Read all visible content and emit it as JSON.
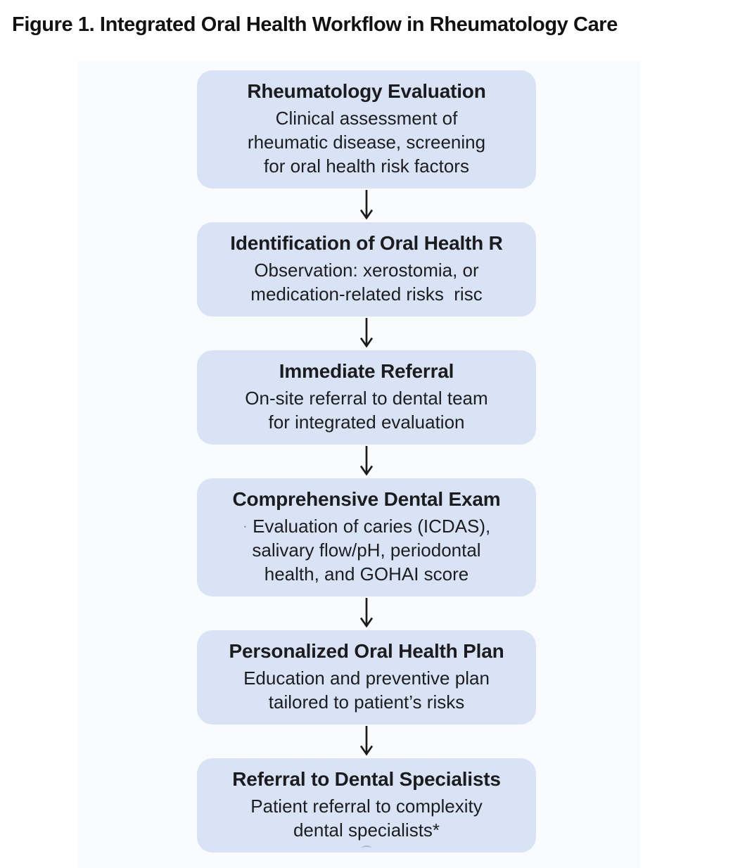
{
  "figure": {
    "title": "Figure 1. Integrated Oral Health Workflow in Rheumatology Care"
  },
  "flowchart": {
    "colors": {
      "box_fill": "#d8e4f5",
      "text": "#1d1d1f",
      "arrow": "#1a1a1a",
      "panel_tint": "#eef4fa"
    },
    "steps": [
      {
        "heading": "Rheumatology Evaluation",
        "lines": [
          "Clinical assessment of",
          "rheumatic disease, screening",
          "for oral health risk factors"
        ]
      },
      {
        "heading": "Identification of Oral Health R",
        "lines": [
          "Observation: xerostomia, or",
          "medication-related risks  risc"
        ]
      },
      {
        "heading": "Immediate Referral",
        "lines": [
          "On-site referral to dental team",
          "for integrated evaluation"
        ]
      },
      {
        "heading": "Comprehensive Dental Exam",
        "bullet": "·",
        "lines": [
          "Evaluation of caries (ICDAS),",
          "salivary flow/pH, periodontal",
          "health, and GOHAI score"
        ]
      },
      {
        "heading": "Personalized Oral Health Plan",
        "lines": [
          "Education and preventive plan",
          "tailored to patient’s risks"
        ]
      },
      {
        "heading": "Referral to Dental Specialists",
        "lines": [
          "Patient referral to complexity",
          "dental specialists*"
        ]
      }
    ]
  }
}
